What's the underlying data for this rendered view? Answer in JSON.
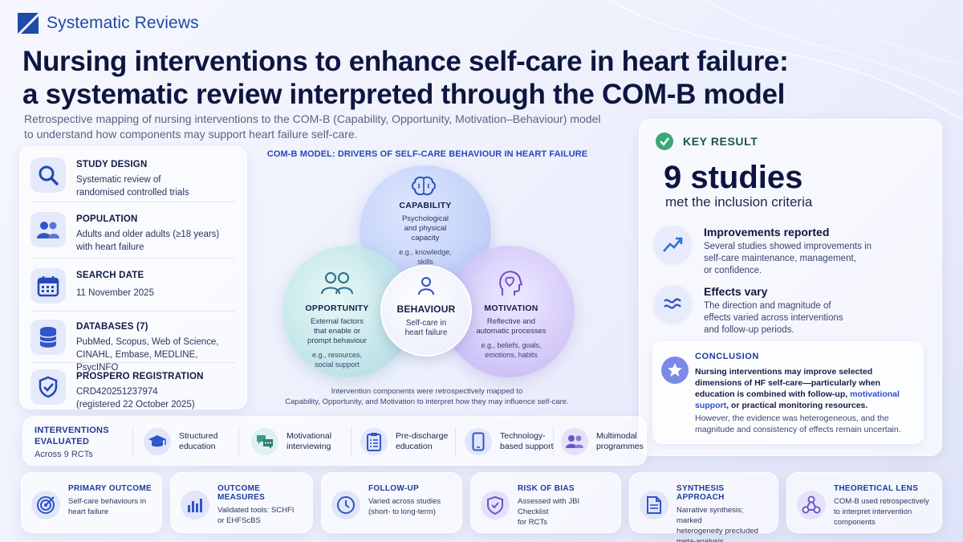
{
  "brand": {
    "name": "Systematic Reviews"
  },
  "header": {
    "title_line1": "Nursing interventions to enhance self-care in heart failure:",
    "title_line2": "a systematic review interpreted through the COM-B model",
    "subtitle_line1": "Retrospective mapping of nursing interventions to the COM-B (Capability, Opportunity, Motivation–Behaviour) model",
    "subtitle_line2": "to understand how components may support heart failure self-care."
  },
  "study": [
    {
      "heading": "STUDY DESIGN",
      "line1": "Systematic review of",
      "line2": "randomised controlled trials",
      "icon": "magnifier-icon"
    },
    {
      "heading": "POPULATION",
      "line1": "Adults and older adults (≥18 years)",
      "line2": "with heart failure",
      "icon": "people-icon"
    },
    {
      "heading": "SEARCH DATE",
      "line1": "11 November 2025",
      "line2": "",
      "icon": "calendar-icon"
    },
    {
      "heading": "DATABASES (7)",
      "line1": "PubMed, Scopus, Web of Science,",
      "line2": "CINAHL, Embase, MEDLINE, PsycINFO",
      "icon": "database-icon"
    },
    {
      "heading": "PROSPERO REGISTRATION",
      "line1": "CRD420251237974",
      "line2": "(registered 22 October 2025)",
      "icon": "shield-check-icon"
    }
  ],
  "comb": {
    "title": "COM-B MODEL: DRIVERS OF SELF-CARE BEHAVIOUR IN HEART FAILURE",
    "capability": {
      "heading": "CAPABILITY",
      "l1": "Psychological",
      "l2": "and physical",
      "l3": "capacity",
      "e1": "e.g., knowledge,",
      "e2": "skills"
    },
    "opportunity": {
      "heading": "OPPORTUNITY",
      "l1": "External factors",
      "l2": "that enable or",
      "l3": "prompt behaviour",
      "e1": "e.g., resources,",
      "e2": "social support"
    },
    "motivation": {
      "heading": "MOTIVATION",
      "l1": "Reflective and",
      "l2": "automatic processes",
      "e1": "e.g., beliefs, goals,",
      "e2": "emotions, habits"
    },
    "behaviour": {
      "heading": "BEHAVIOUR",
      "l1": "Self-care in",
      "l2": "heart failure"
    },
    "note_line1": "Intervention components were retrospectively mapped to",
    "note_line2": "Capability, Opportunity, and Motivation to interpret how they may influence self-care."
  },
  "key_result": {
    "label": "KEY RESULT",
    "number": "9 studies",
    "sub": "met the inclusion criteria",
    "improvements": {
      "heading": "Improvements reported",
      "l1": "Several studies showed improvements in",
      "l2": "self-care maintenance, management,",
      "l3": "or confidence."
    },
    "effects": {
      "heading": "Effects vary",
      "l1": "The direction and magnitude of",
      "l2": "effects varied across interventions",
      "l3": "and follow-up periods."
    },
    "conclusion": {
      "heading": "CONCLUSION",
      "b1": "Nursing interventions may improve selected",
      "b2": "dimensions of HF self-care—particularly when",
      "b3a": "education is combined with follow-up, ",
      "b3b": "motivational",
      "b4a": "support",
      "b4b": ", or practical monitoring resources.",
      "n1": "However, the evidence was heterogeneous, and the",
      "n2": "magnitude and consistency of effects remain uncertain."
    }
  },
  "interventions": {
    "heading_line1": "INTERVENTIONS",
    "heading_line2": "EVALUATED",
    "count": "Across 9 RCTs",
    "items": [
      {
        "l1": "Structured",
        "l2": "education",
        "icon": "graduation-cap-icon"
      },
      {
        "l1": "Motivational",
        "l2": "interviewing",
        "icon": "chat-bubbles-icon"
      },
      {
        "l1": "Pre-discharge",
        "l2": "education",
        "icon": "checklist-icon"
      },
      {
        "l1": "Technology-",
        "l2": "based support",
        "icon": "smartphone-icon"
      },
      {
        "l1": "Multimodal",
        "l2": "programmes",
        "icon": "group-icon"
      }
    ]
  },
  "bottom": [
    {
      "heading": "PRIMARY OUTCOME",
      "l1": "Self-care behaviours in",
      "l2": "heart failure",
      "l3": "",
      "icon": "target-icon"
    },
    {
      "heading": "OUTCOME MEASURES",
      "l1": "Validated tools: SCHFI",
      "l2": "or EHFScBS",
      "l3": "",
      "icon": "bar-chart-icon"
    },
    {
      "heading": "FOLLOW-UP",
      "l1": "Varied across studies",
      "l2": "(short- to long-term)",
      "l3": "",
      "icon": "clock-icon"
    },
    {
      "heading": "RISK OF BIAS",
      "l1": "Assessed with JBI Checklist",
      "l2": "for RCTs",
      "l3": "",
      "icon": "shield-check-icon"
    },
    {
      "heading": "SYNTHESIS APPROACH",
      "l1": "Narrative synthesis; marked",
      "l2": "heterogeneity precluded",
      "l3": "meta-analysis",
      "icon": "document-icon"
    },
    {
      "heading": "THEORETICAL LENS",
      "l1": "COM-B used retrospectively",
      "l2": "to interpret intervention",
      "l3": "components",
      "icon": "network-icon"
    }
  ],
  "colors": {
    "accent": "#1f4aa8",
    "success": "#3aa873",
    "highlight": "#2d4ed0"
  }
}
